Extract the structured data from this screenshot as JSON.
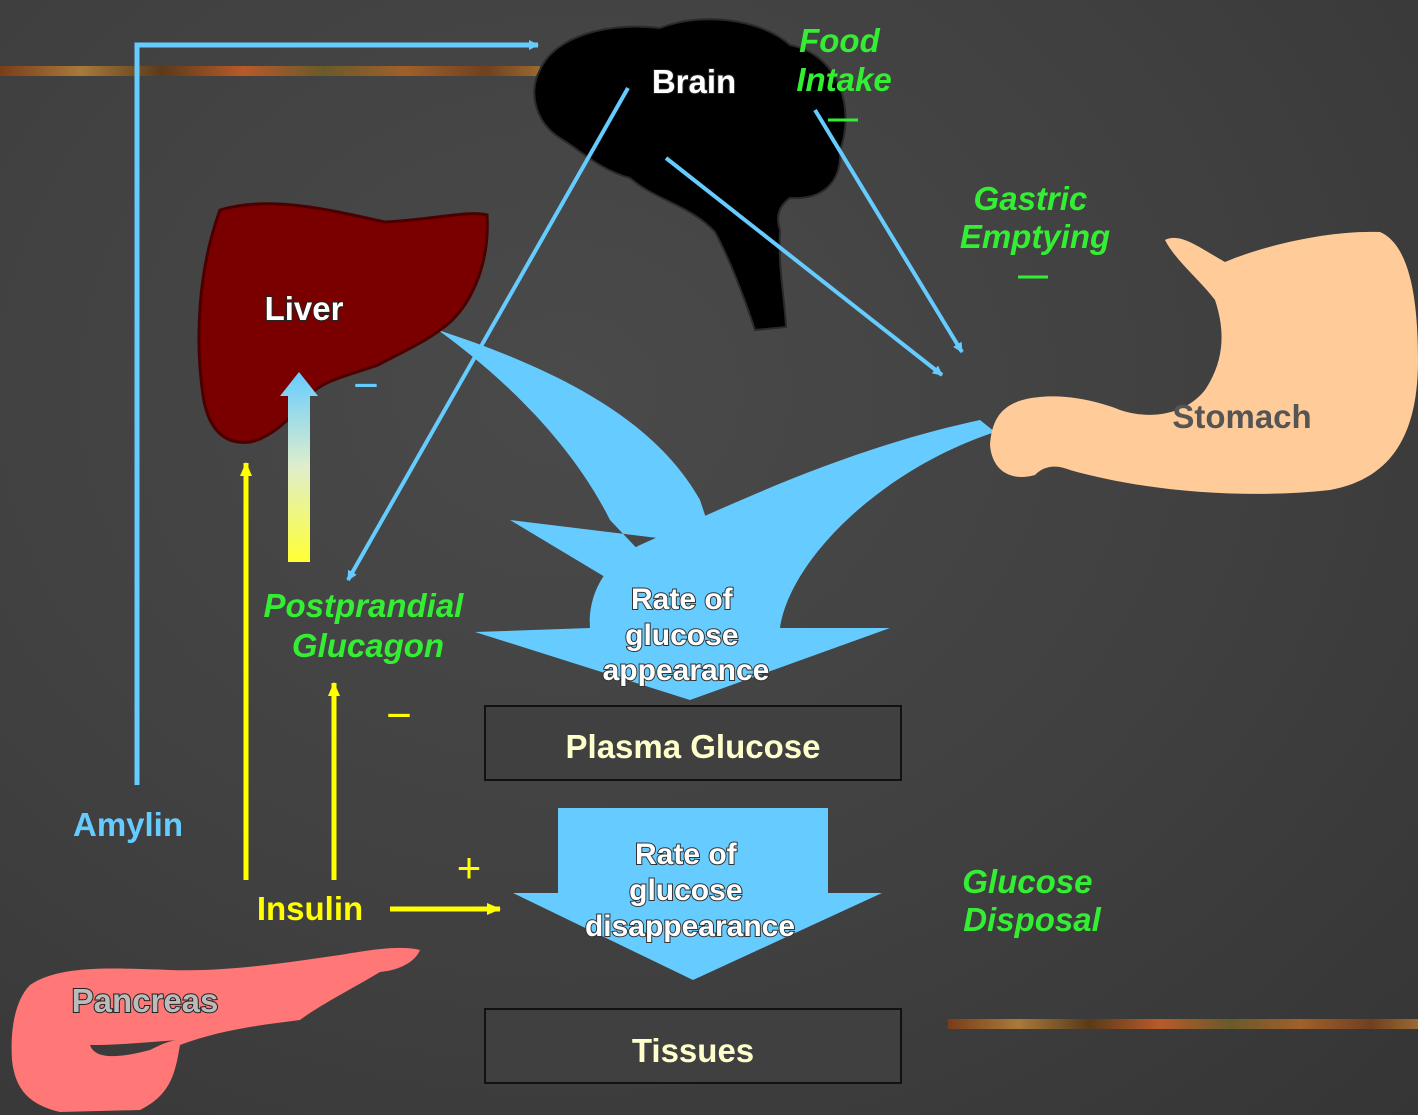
{
  "labels": {
    "brain": "Brain",
    "liver": "Liver",
    "stomach": "Stomach",
    "pancreas": "Pancreas",
    "amylin": "Amylin",
    "insulin": "Insulin",
    "food_intake": [
      "Food",
      "Intake"
    ],
    "gastric_emptying": [
      "Gastric",
      "Emptying"
    ],
    "postprandial_glucagon": [
      "Postprandial",
      "Glucagon"
    ],
    "glucose_disposal": [
      "Glucose",
      "Disposal"
    ],
    "rate_appearance": [
      "Rate of",
      "glucose",
      "appearance"
    ],
    "rate_disappearance": [
      "Rate of",
      "glucose",
      "disappearance"
    ],
    "plasma_glucose": "Plasma Glucose",
    "tissues": "Tissues"
  },
  "signs": {
    "food_intake": "—",
    "gastric_emptying": "—",
    "liver": "−",
    "glucagon": "−",
    "insulin_disposal": "+"
  },
  "colors": {
    "amylin_arrow": "#66ccff",
    "insulin_arrow": "#ffff00",
    "green_text": "#33ee33",
    "liver": "#7a0000",
    "stomach": "#ffcc99",
    "pancreas": "#ff7777",
    "brain": "#000000",
    "flow_arrow": "#66ccff"
  }
}
